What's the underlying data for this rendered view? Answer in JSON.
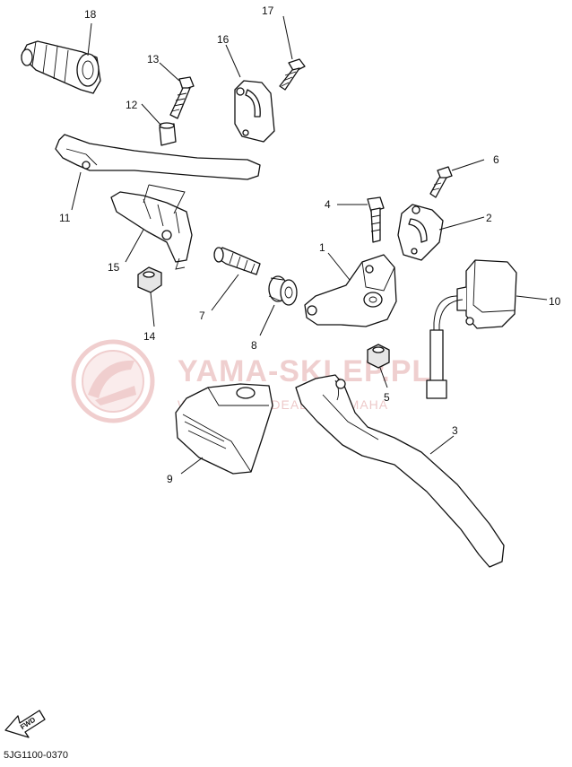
{
  "watermark": {
    "brand": "YAMA-SKLEP.PL",
    "subtitle": "WŁOCŁAWEK DEALER YAMAHA",
    "color": "#e9bcbc"
  },
  "callouts": [
    "1",
    "2",
    "3",
    "4",
    "5",
    "6",
    "7",
    "8",
    "9",
    "10",
    "11",
    "12",
    "13",
    "14",
    "15",
    "16",
    "17",
    "18"
  ],
  "fwd_label": "FWD",
  "diagram_code": "5JG1100-0370"
}
